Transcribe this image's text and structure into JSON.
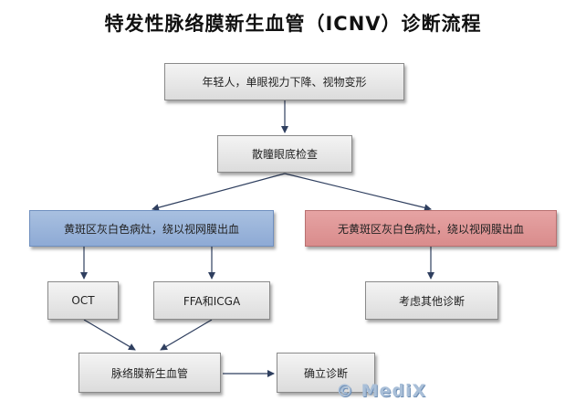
{
  "title": "特发性脉络膜新生血管（ICNV）诊断流程",
  "nodes": {
    "start": "年轻人，单眼视力下降、视物变形",
    "exam": "散瞳眼底检查",
    "macular_lesion": "黄斑区灰白色病灶，绕以视网膜出血",
    "no_macular_lesion": "无黄斑区灰白色病灶，绕以视网膜出血",
    "oct": "OCT",
    "ffa_icga": "FFA和ICGA",
    "other": "考虑其他诊断",
    "cnv": "脉络膜新生血管",
    "confirm": "确立诊断"
  },
  "watermark": "© MediX",
  "colors": {
    "blue_box": "#8eaad5",
    "red_box": "#d98c8c",
    "gray_box": "#dcdcdc",
    "arrow": "#2f3f5f"
  }
}
